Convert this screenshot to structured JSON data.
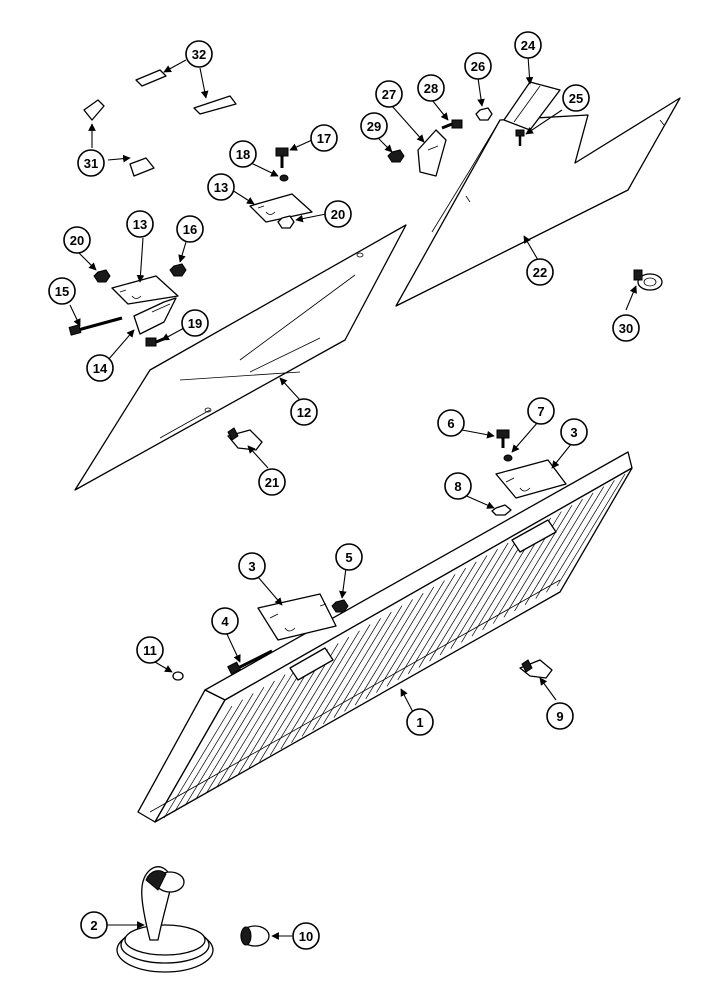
{
  "callouts": [
    {
      "label": "1"
    },
    {
      "label": "2"
    },
    {
      "label": "3"
    },
    {
      "label": "3"
    },
    {
      "label": "4"
    },
    {
      "label": "5"
    },
    {
      "label": "6"
    },
    {
      "label": "7"
    },
    {
      "label": "8"
    },
    {
      "label": "9"
    },
    {
      "label": "10"
    },
    {
      "label": "11"
    },
    {
      "label": "12"
    },
    {
      "label": "13"
    },
    {
      "label": "13"
    },
    {
      "label": "14"
    },
    {
      "label": "15"
    },
    {
      "label": "16"
    },
    {
      "label": "17"
    },
    {
      "label": "18"
    },
    {
      "label": "19"
    },
    {
      "label": "20"
    },
    {
      "label": "20"
    },
    {
      "label": "21"
    },
    {
      "label": "22"
    },
    {
      "label": "24"
    },
    {
      "label": "25"
    },
    {
      "label": "26"
    },
    {
      "label": "27"
    },
    {
      "label": "28"
    },
    {
      "label": "29"
    },
    {
      "label": "30"
    },
    {
      "label": "31"
    },
    {
      "label": "32"
    }
  ]
}
